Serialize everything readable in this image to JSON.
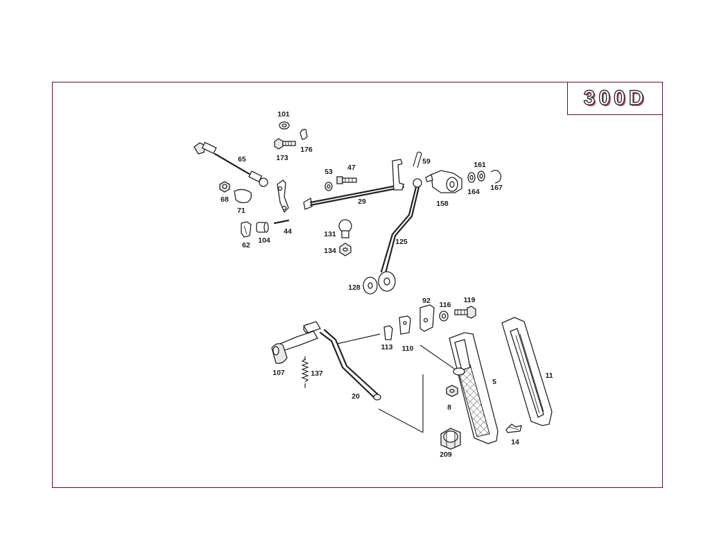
{
  "model": "300D",
  "parts": [
    {
      "id": "p101",
      "number": "101"
    },
    {
      "id": "p176",
      "number": "176"
    },
    {
      "id": "p173",
      "number": "173"
    },
    {
      "id": "p65",
      "number": "65"
    },
    {
      "id": "p68",
      "number": "68"
    },
    {
      "id": "p71",
      "number": "71"
    },
    {
      "id": "p62",
      "number": "62"
    },
    {
      "id": "p104",
      "number": "104"
    },
    {
      "id": "p44",
      "number": "44"
    },
    {
      "id": "p53",
      "number": "53"
    },
    {
      "id": "p47",
      "number": "47"
    },
    {
      "id": "p29",
      "number": "29"
    },
    {
      "id": "p59",
      "number": "59"
    },
    {
      "id": "p161",
      "number": "161"
    },
    {
      "id": "p164",
      "number": "164"
    },
    {
      "id": "p167",
      "number": "167"
    },
    {
      "id": "p158",
      "number": "158"
    },
    {
      "id": "p131",
      "number": "131"
    },
    {
      "id": "p134",
      "number": "134"
    },
    {
      "id": "p125",
      "number": "125"
    },
    {
      "id": "p128",
      "number": "128"
    },
    {
      "id": "p92",
      "number": "92"
    },
    {
      "id": "p116",
      "number": "116"
    },
    {
      "id": "p119",
      "number": "119"
    },
    {
      "id": "p113",
      "number": "113"
    },
    {
      "id": "p110",
      "number": "110"
    },
    {
      "id": "p107",
      "number": "107"
    },
    {
      "id": "p137",
      "number": "137"
    },
    {
      "id": "p20",
      "number": "20"
    },
    {
      "id": "p5",
      "number": "5"
    },
    {
      "id": "p8",
      "number": "8"
    },
    {
      "id": "p11",
      "number": "11"
    },
    {
      "id": "p14",
      "number": "14"
    },
    {
      "id": "p209",
      "number": "209"
    }
  ]
}
